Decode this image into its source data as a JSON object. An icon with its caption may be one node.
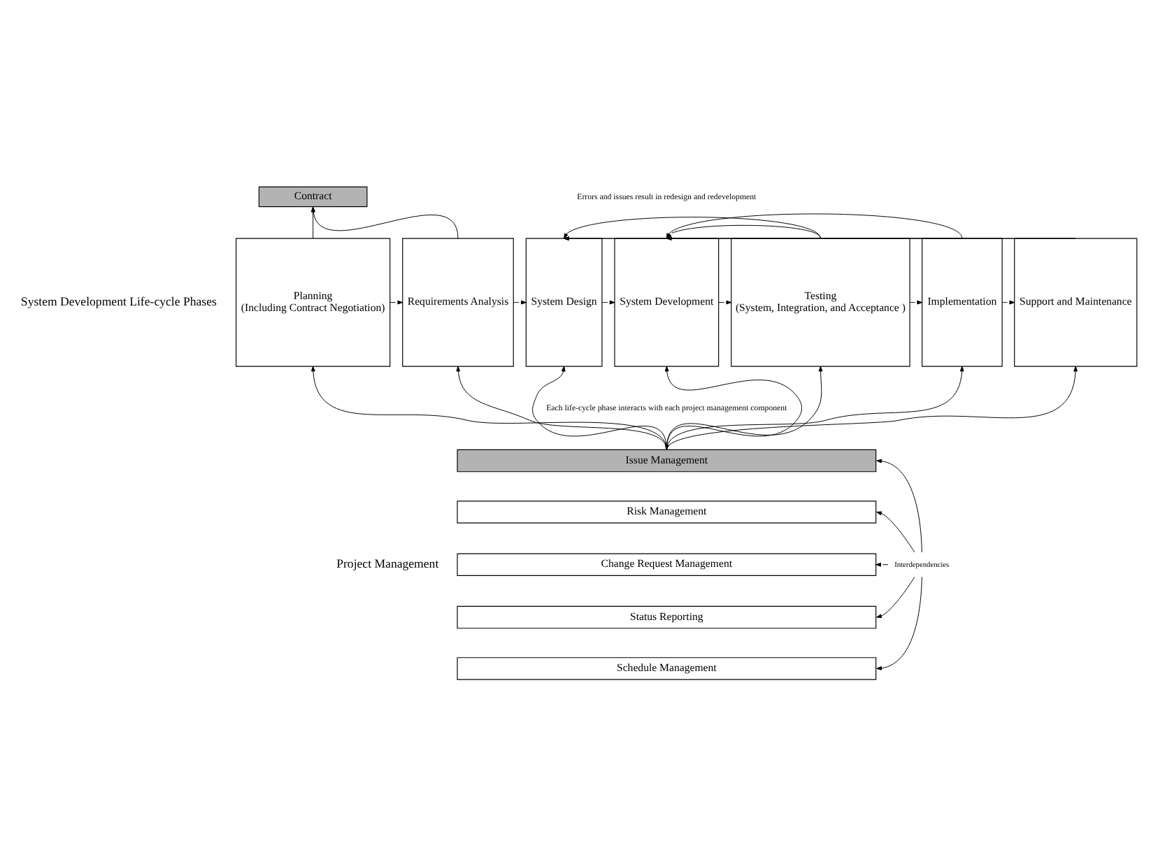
{
  "diagram": {
    "nodes": [
      {
        "text": [
          "Contract"
        ]
      },
      {
        "text": [
          "Planning",
          "(Including Contract Negotiation)"
        ]
      },
      {
        "text": [
          "Requirements Analysis"
        ]
      },
      {
        "text": [
          "System Design"
        ]
      },
      {
        "text": [
          "System Development"
        ]
      },
      {
        "text": [
          "Testing",
          "(System, Integration, and Acceptance )"
        ]
      },
      {
        "text": [
          "Implementation"
        ]
      },
      {
        "text": [
          "Support and Maintenance"
        ]
      },
      {
        "text": [
          "Issue Management"
        ]
      },
      {
        "text": [
          "Risk Management"
        ]
      },
      {
        "text": [
          "Change Request Management"
        ]
      },
      {
        "text": [
          "Status Reporting"
        ]
      },
      {
        "text": [
          "Schedule Management"
        ]
      },
      {
        "text": [
          "Interdependencies"
        ]
      }
    ],
    "edges": [
      {
        "from": 1,
        "to": 0,
        "arrow": "to"
      },
      {
        "from": 2,
        "to": 0,
        "arrow": "to"
      },
      {
        "from": 1,
        "to": 2,
        "arrow": "to"
      },
      {
        "from": 2,
        "to": 3,
        "arrow": "to"
      },
      {
        "from": 3,
        "to": 4,
        "arrow": "to"
      },
      {
        "from": 4,
        "to": 5,
        "arrow": "to"
      },
      {
        "from": 5,
        "to": 6,
        "arrow": "to"
      },
      {
        "from": 6,
        "to": 7,
        "arrow": "to"
      },
      {
        "from": 5,
        "to": 3,
        "arrow": "to"
      },
      {
        "from": 5,
        "to": 4,
        "arrow": "to"
      },
      {
        "from": 6,
        "to": 3,
        "arrow": "to"
      },
      {
        "from": 6,
        "to": 4,
        "arrow": "to"
      },
      {
        "from": 7,
        "to": 3,
        "arrow": "to"
      },
      {
        "from": 7,
        "to": 4,
        "arrow": "to"
      },
      {
        "from": 8,
        "to": 1,
        "arrow": "to"
      },
      {
        "from": 8,
        "to": 2,
        "arrow": "to"
      },
      {
        "from": 8,
        "to": 3,
        "arrow": "to"
      },
      {
        "from": 8,
        "to": 4,
        "arrow": "both"
      },
      {
        "from": 8,
        "to": 5,
        "arrow": "to"
      },
      {
        "from": 8,
        "to": 6,
        "arrow": "to"
      },
      {
        "from": 8,
        "to": 7,
        "arrow": "to"
      },
      {
        "from": 13,
        "to": 8,
        "arrow": "to"
      },
      {
        "from": 13,
        "to": 9,
        "arrow": "to"
      },
      {
        "from": 13,
        "to": 10,
        "arrow": "to"
      },
      {
        "from": 13,
        "to": 11,
        "arrow": "to"
      },
      {
        "from": 13,
        "to": 12,
        "arrow": "to"
      }
    ],
    "labels": [
      "Errors and issues result in redesign and redevelopment",
      "System Development Life-cycle Phases",
      "Each life-cycle phase interacts with each project management component",
      "Project Management"
    ]
  }
}
